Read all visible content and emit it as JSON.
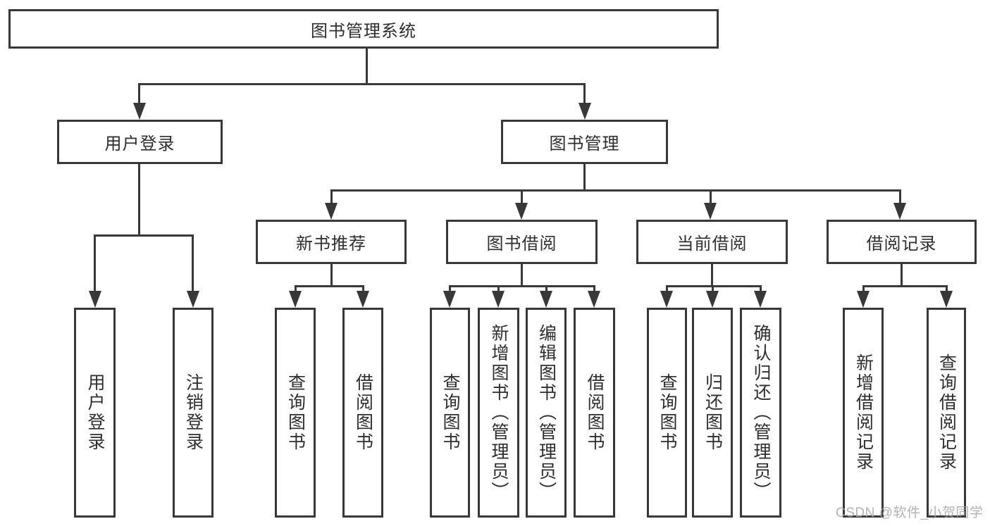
{
  "theme": {
    "line_color": "#383838",
    "text_color": "#2e2e2e",
    "background": "#ffffff",
    "watermark_color": "#a6a6a6"
  },
  "diagram": {
    "title": "图书管理系统",
    "level2": {
      "user_login": "用户登录",
      "book_mgmt": "图书管理"
    },
    "level3": {
      "new_book": "新书推荐",
      "book_borrow": "图书借阅",
      "current_borrow": "当前借阅",
      "borrow_records": "借阅记录"
    },
    "leaves": {
      "user_login": [
        "用户登录",
        "注销登录"
      ],
      "new_book": [
        "查询图书",
        "借阅图书"
      ],
      "book_borrow": [
        "查询图书",
        "新增图书（管理员）",
        "编辑图书（管理员）",
        "借阅图书"
      ],
      "current_borrow": [
        "查询图书",
        "归还图书",
        "确认归还（管理员）"
      ],
      "borrow_records": [
        "新增借阅记录",
        "查询借阅记录"
      ]
    }
  },
  "watermark": {
    "text": "CSDN @软件_小贺同学"
  }
}
